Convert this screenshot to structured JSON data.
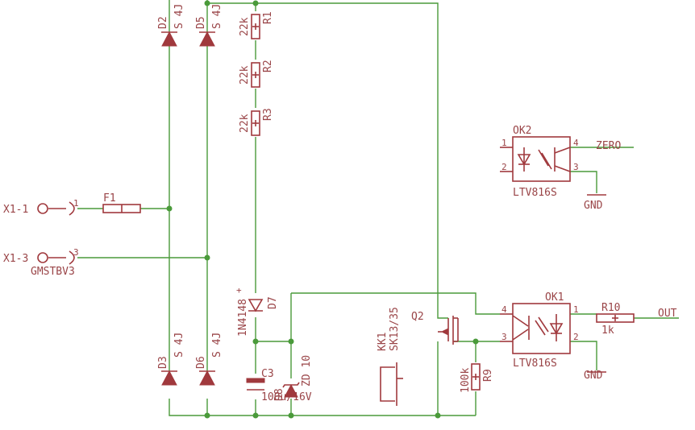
{
  "connector": {
    "pin1_name": "X1-1",
    "pin1_num": "1",
    "pin3_name": "X1-3",
    "pin3_num": "3",
    "part": "GMSTBV3"
  },
  "fuse": {
    "name": "F1"
  },
  "diodes": {
    "d2": {
      "name": "D2",
      "value": "S 4J"
    },
    "d5": {
      "name": "D5",
      "value": "S 4J"
    },
    "d3": {
      "name": "D3",
      "value": "S 4J"
    },
    "d6": {
      "name": "D6",
      "value": "S 4J"
    },
    "d7": {
      "name": "D7",
      "value": "1N4148",
      "mark": "+"
    },
    "d8": {
      "name": "D8",
      "value": "ZD 10"
    }
  },
  "resistors": {
    "r1": {
      "name": "R1",
      "value": "22k"
    },
    "r2": {
      "name": "R2",
      "value": "22k"
    },
    "r3": {
      "name": "R3",
      "value": "22k"
    },
    "r9": {
      "name": "R9",
      "value": "100k"
    },
    "r10": {
      "name": "R10",
      "value": "1k"
    }
  },
  "capacitor": {
    "name": "C3",
    "value": "100u/16V"
  },
  "heatsink": {
    "name": "KK1",
    "value": "SK13/35"
  },
  "mosfet": {
    "name": "Q2"
  },
  "ok2": {
    "name": "OK2",
    "part": "LTV816S",
    "pin1": "1",
    "pin2": "2",
    "pin3": "3",
    "pin4": "4",
    "net": "ZERO",
    "gnd": "GND"
  },
  "ok1": {
    "name": "OK1",
    "part": "LTV816S",
    "pin1": "1",
    "pin2": "2",
    "pin3": "3",
    "pin4": "4",
    "net": "OUT",
    "gnd": "GND"
  },
  "colors": {
    "wire": "#4a9a3a",
    "part": "#a0393d",
    "label": "#9a4548",
    "background": "#ffffff"
  }
}
